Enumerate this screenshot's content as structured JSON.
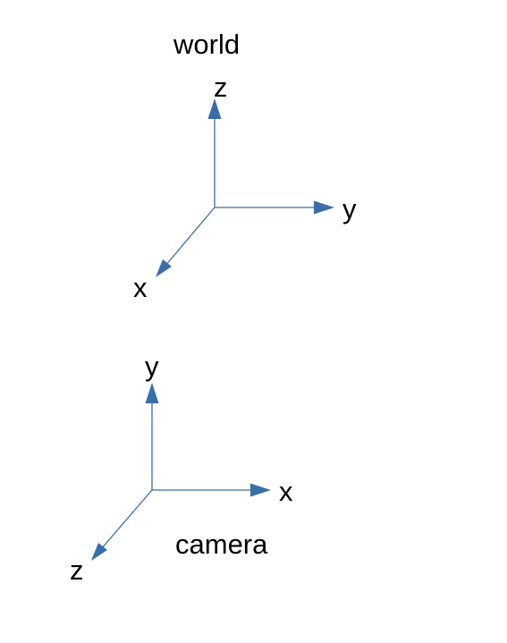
{
  "axis_color": "#3a6ea8",
  "text_color": "#000000",
  "world": {
    "title": "world",
    "axis_labels": {
      "z": "z",
      "y": "y",
      "x": "x"
    }
  },
  "camera": {
    "title": "camera",
    "axis_labels": {
      "y": "y",
      "x": "x",
      "z": "z"
    }
  }
}
